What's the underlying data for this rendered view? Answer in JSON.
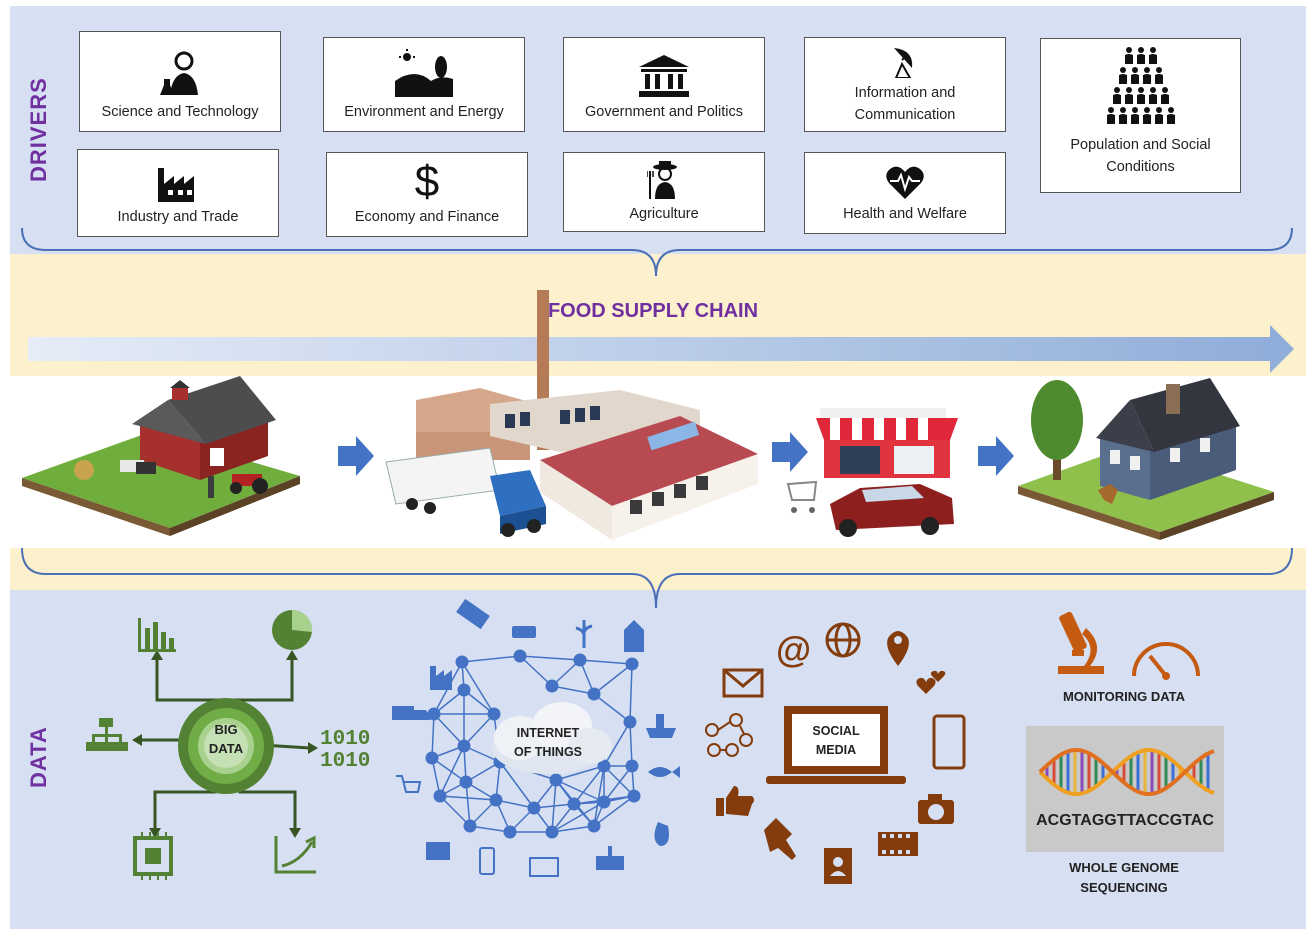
{
  "drivers": {
    "label": "DRIVERS",
    "items": [
      {
        "label": "Science and Technology",
        "icon": "scientist-icon"
      },
      {
        "label": "Environment and Energy",
        "icon": "landscape-icon"
      },
      {
        "label": "Government and Politics",
        "icon": "government-building-icon"
      },
      {
        "label": "Information and Communication",
        "icon": "satellite-dish-icon"
      },
      {
        "label": "Population and Social Conditions",
        "icon": "people-group-icon"
      },
      {
        "label": "Industry and Trade",
        "icon": "factory-icon"
      },
      {
        "label": "Economy and Finance",
        "icon": "dollar-icon"
      },
      {
        "label": "Agriculture",
        "icon": "farmer-icon"
      },
      {
        "label": "Health and Welfare",
        "icon": "heart-pulse-icon"
      }
    ]
  },
  "chain": {
    "title": "FOOD SUPPLY CHAIN",
    "stages": [
      "farm-barn-icon",
      "factory-truck-icon",
      "store-car-icon",
      "house-icon"
    ]
  },
  "data": {
    "label": "DATA",
    "big_data": {
      "label_line1": "BIG",
      "label_line2": "DATA",
      "binary1": "1010",
      "binary2": "1010"
    },
    "iot": {
      "label_line1": "INTERNET",
      "label_line2": "OF THINGS"
    },
    "social": {
      "label_line1": "SOCIAL",
      "label_line2": "MEDIA",
      "at_sign": "@"
    },
    "monitoring": {
      "label": "MONITORING DATA"
    },
    "genome": {
      "sequence": "ACGTAGGTTACCGTAC",
      "label_line1": "WHOLE GENOME",
      "label_line2": "SEQUENCING"
    }
  },
  "colors": {
    "purple": "#7030a0",
    "bigdata_green": "#548235",
    "iot_blue": "#4472c4",
    "social_brown": "#843c0c",
    "monitoring_orange": "#c55a11"
  }
}
